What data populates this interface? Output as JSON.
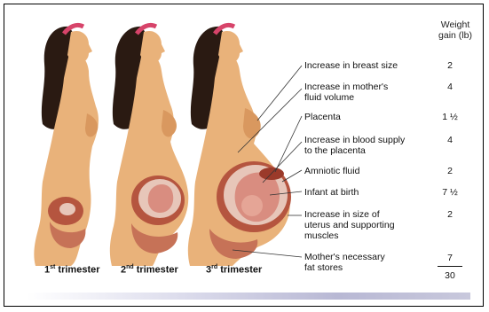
{
  "header": {
    "weight_line1": "Weight",
    "weight_line2": "gain (lb)"
  },
  "labels": [
    {
      "line1": "Increase in breast size",
      "line2": "",
      "line3": "",
      "weight": "2"
    },
    {
      "line1": "Increase in mother's",
      "line2": "fluid volume",
      "line3": "",
      "weight": "4"
    },
    {
      "line1": "Placenta",
      "line2": "",
      "line3": "",
      "weight": "1 ½"
    },
    {
      "line1": "Increase in blood supply",
      "line2": "to the placenta",
      "line3": "",
      "weight": "4"
    },
    {
      "line1": "Amniotic fluid",
      "line2": "",
      "line3": "",
      "weight": "2"
    },
    {
      "line1": "Infant at birth",
      "line2": "",
      "line3": "",
      "weight": "7 ½"
    },
    {
      "line1": "Increase in size of",
      "line2": "uterus and supporting",
      "line3": "muscles",
      "weight": "2"
    },
    {
      "line1": "Mother's necessary",
      "line2": "fat stores",
      "line3": "",
      "weight": "7"
    }
  ],
  "total": "30",
  "trimesters": [
    {
      "num": "1",
      "sup": "st",
      "word": "trimester"
    },
    {
      "num": "2",
      "sup": "nd",
      "word": "trimester"
    },
    {
      "num": "3",
      "sup": "rd",
      "word": "trimester"
    }
  ],
  "colors": {
    "skin": "#e9b27a",
    "skin_shadow": "#c98a52",
    "hair": "#2a1a12",
    "headband": "#d7446a",
    "uterus": "#b5553f",
    "fetus": "#d98d80",
    "amniotic": "#e7c6b9"
  }
}
